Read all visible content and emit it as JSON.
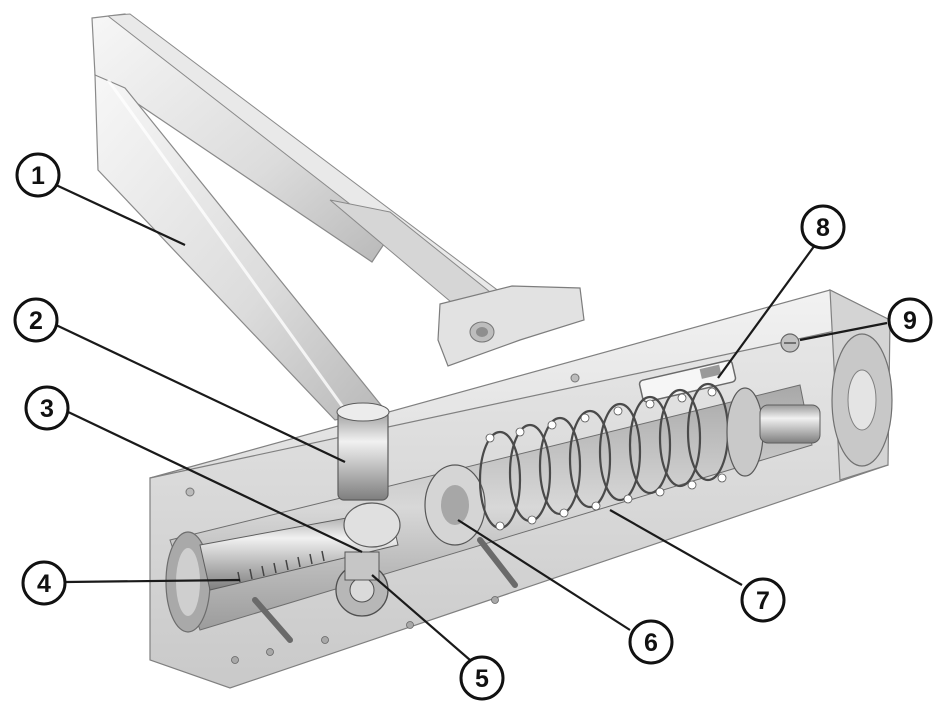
{
  "figure": {
    "colors": {
      "metal_light": "#f4f4f4",
      "metal_mid": "#d2d2d2",
      "metal_dark": "#8e8e8e",
      "outline": "#6a6a6a",
      "ink": "#111111"
    },
    "callouts": [
      {
        "number": "1",
        "part": "arm"
      },
      {
        "number": "2",
        "part": "pinion-shaft"
      },
      {
        "number": "3",
        "part": "cam"
      },
      {
        "number": "4",
        "part": "piston-rack"
      },
      {
        "number": "5",
        "part": "pinion-gear"
      },
      {
        "number": "6",
        "part": "piston-head"
      },
      {
        "number": "7",
        "part": "closing-spring"
      },
      {
        "number": "8",
        "part": "adjustment-window"
      },
      {
        "number": "9",
        "part": "adjustment-valve"
      }
    ]
  }
}
